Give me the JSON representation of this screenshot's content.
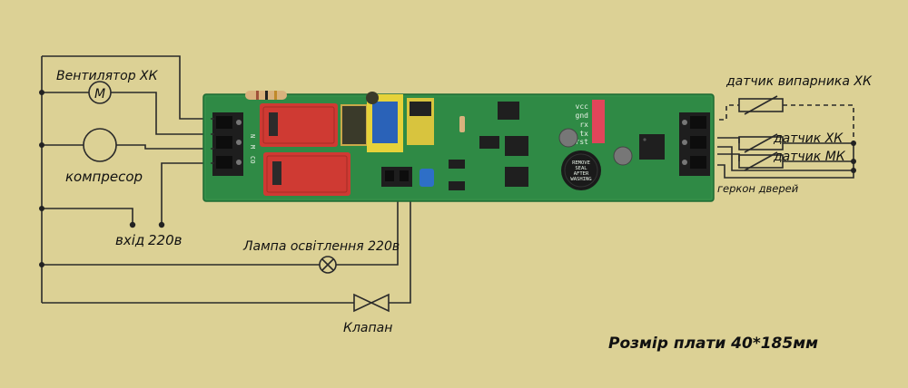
{
  "labels": {
    "fan": "Вентилятор ХК",
    "fan_symbol": "M",
    "compressor": "компресор",
    "input": "вхід",
    "voltage": "220в",
    "lamp": "Лампа освітлення 220в",
    "valve": "Клапан",
    "evap_sensor": "датчик випарника ХК",
    "sensor_xk": "датчик ХК",
    "sensor_mk": "датчик МК",
    "door_reed": "геркон дверей",
    "board_size": "Розмір плати 40*185мм"
  },
  "board": {
    "pins": [
      "vcc",
      "gnd",
      "rx",
      "tx",
      "rst"
    ],
    "buzzer_text": [
      "REMOVE",
      "SEAL",
      "AFTER",
      "WASHING"
    ],
    "terminal_marks": [
      "N",
      "M",
      "CO"
    ]
  },
  "colors": {
    "background": "#dcd195",
    "pcb": "#2f8a45",
    "relay": "#cf3a33",
    "terminal": "#1e1e1e",
    "connector": "#e0455a",
    "capacitor": "#2e6fc7"
  }
}
